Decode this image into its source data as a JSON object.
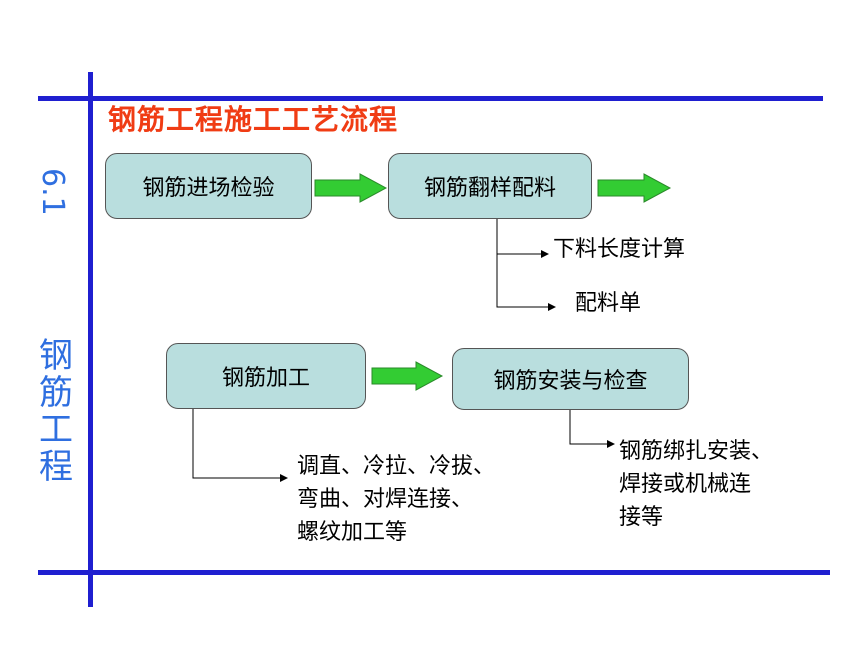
{
  "slide": {
    "title": "钢筋工程施工工艺流程",
    "side_number": "6.1",
    "side_title": "钢筋工程"
  },
  "flow": {
    "steps": {
      "inspection": "钢筋进场检验",
      "cutting_list": "钢筋翻样配料",
      "processing": "钢筋加工",
      "installation": "钢筋安装与检查"
    },
    "notes": {
      "calc": "下料长度计算",
      "list": "配料单",
      "processing_line1": "调直、冷拉、冷拔、",
      "processing_line2": "弯曲、对焊连接、",
      "processing_line3": "螺纹加工等",
      "install_line1": "钢筋绑扎安装、",
      "install_line2": "焊接或机械连",
      "install_line3": "接等"
    }
  },
  "colors": {
    "rule": "#1f1fd0",
    "title": "#f03c14",
    "side_text": "#2f6fe0",
    "box_fill": "#b9dede",
    "arrow": "#33cc33"
  }
}
